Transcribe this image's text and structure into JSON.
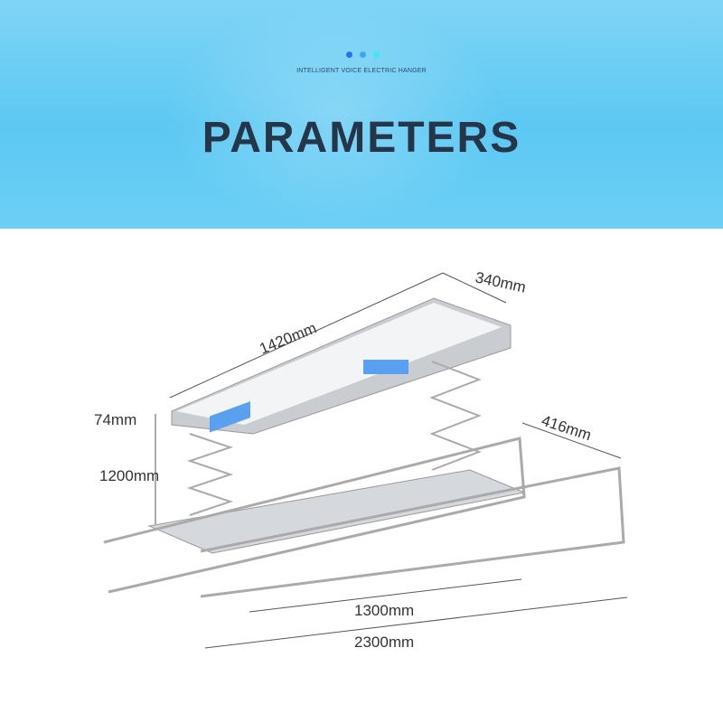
{
  "header": {
    "subtitle": "INTELLIGENT VOICE ELECTRIC HANGER",
    "title": "PARAMETERS",
    "dot_colors": [
      "#2a6ff0",
      "#3aa8f0",
      "#3de8f0"
    ]
  },
  "dimensions": {
    "depth": "340mm",
    "length": "1420mm",
    "height_top": "74mm",
    "height_lift": "1200mm",
    "rod_depth": "416mm",
    "inner_width": "1300mm",
    "outer_width": "2300mm"
  }
}
